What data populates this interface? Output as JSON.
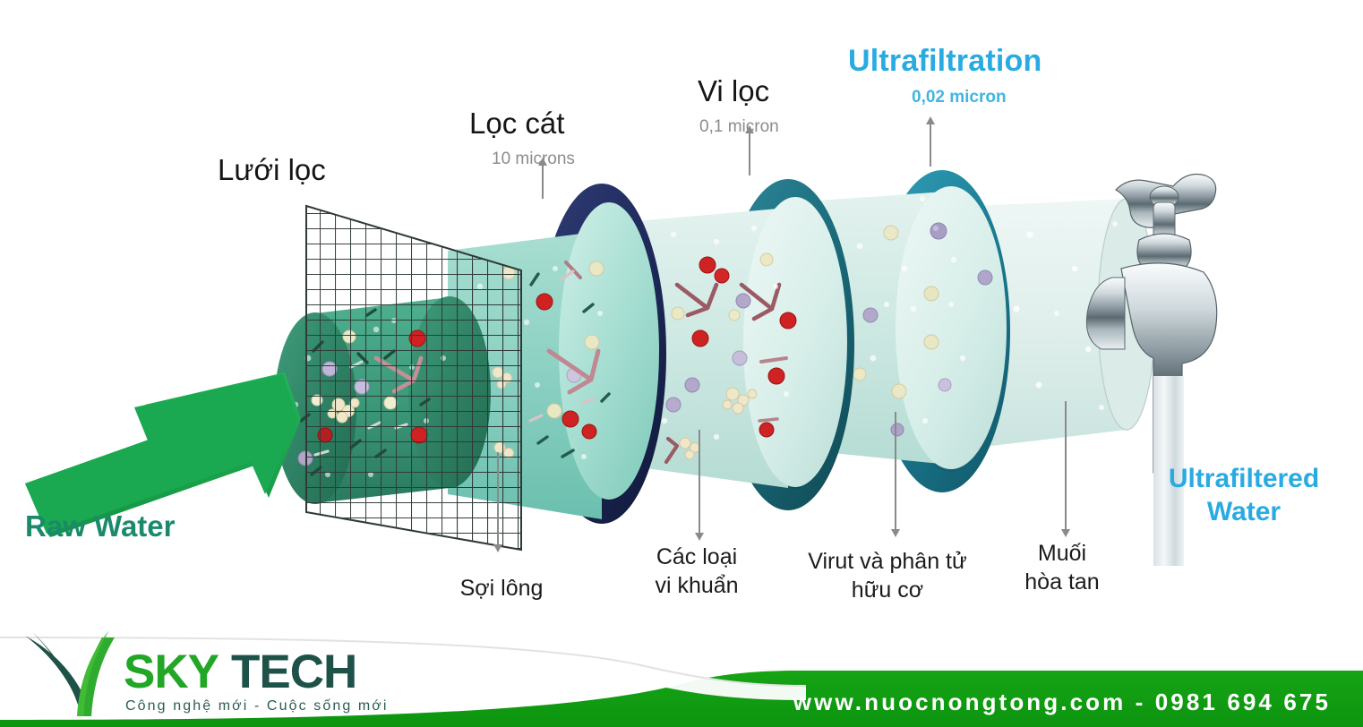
{
  "diagram": {
    "title_labels": [
      {
        "id": "luoi-loc",
        "name": "Lưới lọc",
        "sub": ""
      },
      {
        "id": "loc-cat",
        "name": "Lọc cát",
        "sub": "10 microns"
      },
      {
        "id": "vi-loc",
        "name": "Vi lọc",
        "sub": "0,1 micron"
      },
      {
        "id": "ultrafiltration",
        "name": "Ultrafiltration",
        "sub": "0,02 micron"
      }
    ],
    "bottom_labels": [
      {
        "id": "soi-long",
        "line1": "Sợi lông",
        "line2": ""
      },
      {
        "id": "vi-khuan",
        "line1": "Các loại",
        "line2": "vi khuẩn"
      },
      {
        "id": "virut",
        "line1": "Virut và phân tử",
        "line2": "hữu cơ"
      },
      {
        "id": "muoi",
        "line1": "Muối",
        "line2": "hòa tan"
      }
    ],
    "inlet_label": "Raw Water",
    "outlet_label_line1": "Ultrafiltered",
    "outlet_label_line2": "Water",
    "colors": {
      "raw_water_green": "#1a8a6b",
      "arrow_green": "#1aa851",
      "cyan": "#29abe2",
      "ring_navy": "#1e2a5a",
      "ring_teal_dark": "#1a6b7a",
      "ring_teal_bright": "#1b7d94",
      "disc_green": "#2e8063",
      "seg_mint": "#8fd3c6",
      "seg_pale": "#cfe9e3",
      "seg_palest": "#dcece9",
      "sub_gray": "#8c8c8c"
    }
  },
  "footer": {
    "url": "www.nuocnongtong.com - 0981 694 675",
    "logo_sky": "SKY",
    "logo_tech": "TECH",
    "tagline": "Công nghệ mới - Cuộc sống mới",
    "bar_color": "#0fa011"
  }
}
